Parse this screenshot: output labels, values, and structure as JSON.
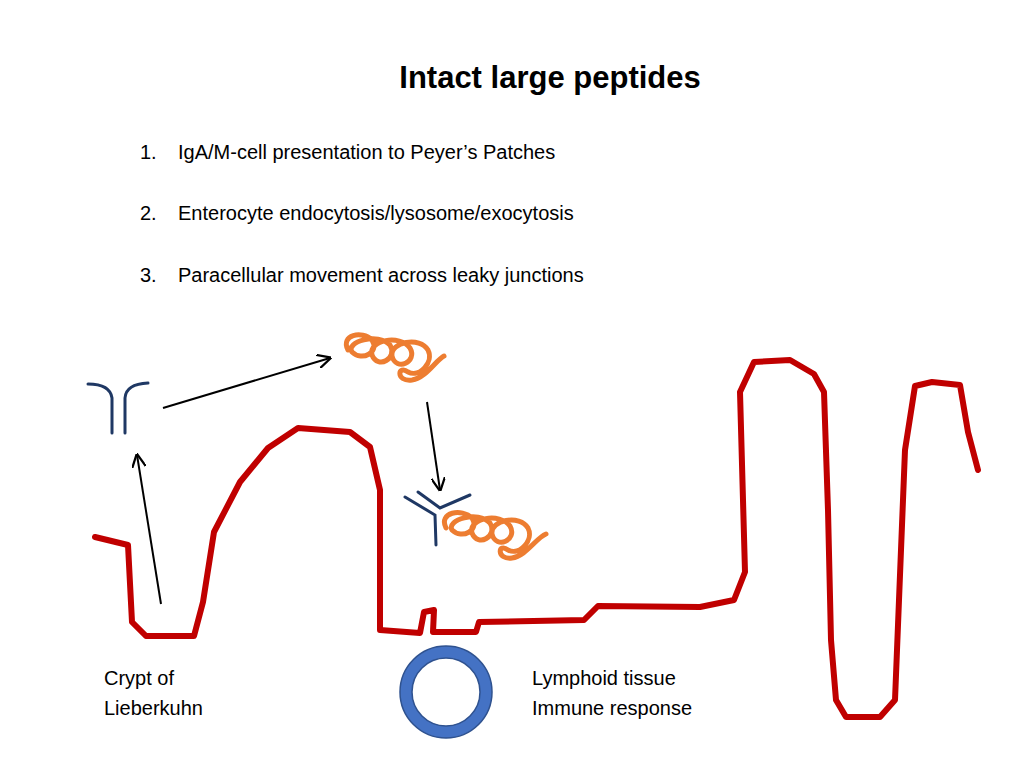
{
  "diagram": {
    "title": "Intact large peptides",
    "nodes": [
      {
        "text": [
          "Lymphoid tissue Immune response"
        ]
      }
    ],
    "labels": [
      "1.",
      "IgA/M-cell presentation to Peyer’s Patches",
      "2.",
      "Enterocyte endocytosis/lysosome/exocytosis",
      "3.",
      "Paracellular movement across leaky junctions",
      "Crypt of Lieberkuhn"
    ]
  }
}
